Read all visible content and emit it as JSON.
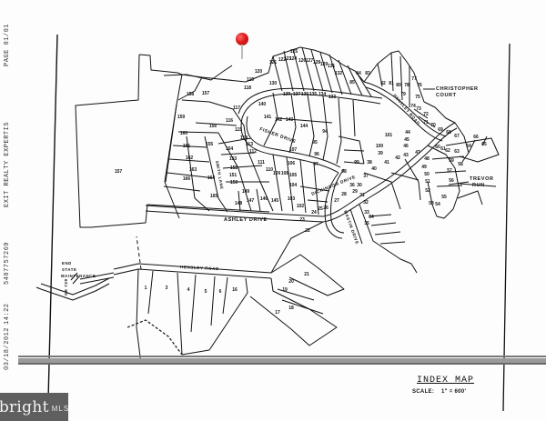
{
  "document": {
    "type": "Subdivision index map (fax scan)",
    "title": "INDEX MAP",
    "scale_label": "SCALE:",
    "scale_value": "1\" = 600'"
  },
  "fax_header": {
    "page": "PAGE  01/01",
    "sender": "EXIT REALTY EXPERTIS",
    "phone": "5407757269",
    "time": "14:22",
    "date": "03/18/2012"
  },
  "watermark": {
    "brand": "bright",
    "suffix": "MLS"
  },
  "map_pin": {
    "color": "#e01b1b",
    "label": "location-pin"
  },
  "roads": [
    {
      "name": "ASHLEY DRIVE"
    },
    {
      "name": "HENSLEY ROAD"
    },
    {
      "name": "FISHER DRIVE"
    },
    {
      "name": "DICKINSON DRIVE"
    },
    {
      "name": "MASTIN DRIVE"
    },
    {
      "name": "SMITH LANE"
    },
    {
      "name": "HENSLEY ROAD (north)"
    },
    {
      "name": "CHRISTOPHER COURT",
      "line1": "CHRISTOPHER",
      "line2": "COURT"
    },
    {
      "name": "TREVOR RUN",
      "line1": "TREVOR",
      "line2": "RUN"
    }
  ],
  "annotations": {
    "end_state_line1": "END",
    "end_state_line2": "STATE",
    "end_state_line3": "MAINTENANCE",
    "route": "SR 729"
  },
  "lots": {
    "west": [
      "157",
      "158",
      "159",
      "160",
      "161",
      "162",
      "163",
      "164",
      "165",
      "166",
      "156",
      "155",
      "154",
      "153",
      "152",
      "151",
      "150",
      "149",
      "148",
      "147",
      "146",
      "145"
    ],
    "north": [
      "117",
      "116",
      "115",
      "114",
      "113",
      "112",
      "118",
      "119",
      "120",
      "121",
      "122",
      "123",
      "124",
      "125",
      "126",
      "127",
      "128",
      "129",
      "130",
      "131",
      "132",
      "133",
      "134",
      "135",
      "136",
      "137",
      "138",
      "139",
      "140",
      "141",
      "142",
      "143",
      "144"
    ],
    "center": [
      "111",
      "110",
      "109",
      "108",
      "107",
      "106",
      "105",
      "104",
      "103",
      "102",
      "101",
      "100",
      "99",
      "98",
      "97",
      "96",
      "95",
      "94"
    ],
    "east": [
      "86",
      "85",
      "84",
      "83",
      "82",
      "81",
      "80",
      "79",
      "78",
      "77",
      "76",
      "75",
      "74",
      "73",
      "72",
      "71",
      "70",
      "69",
      "68",
      "67",
      "66",
      "65",
      "64",
      "63",
      "62",
      "61",
      "60",
      "59",
      "58",
      "57",
      "56",
      "55",
      "54",
      "53",
      "52",
      "51",
      "50",
      "49",
      "48",
      "47",
      "46",
      "45",
      "44",
      "43",
      "42",
      "41",
      "40"
    ],
    "south_east": [
      "39",
      "38",
      "37",
      "36",
      "35",
      "34",
      "33",
      "32",
      "31",
      "30",
      "29",
      "28",
      "27",
      "26",
      "25",
      "24",
      "23",
      "22"
    ],
    "south": [
      "1",
      "3",
      "4",
      "5",
      "6",
      "16",
      "17",
      "18",
      "19",
      "20",
      "21"
    ]
  },
  "colors": {
    "paper": "#fdfdfd",
    "ink": "#111111",
    "fax_band": "#8a8a8a",
    "watermark_bg": "#5f5f5f"
  }
}
